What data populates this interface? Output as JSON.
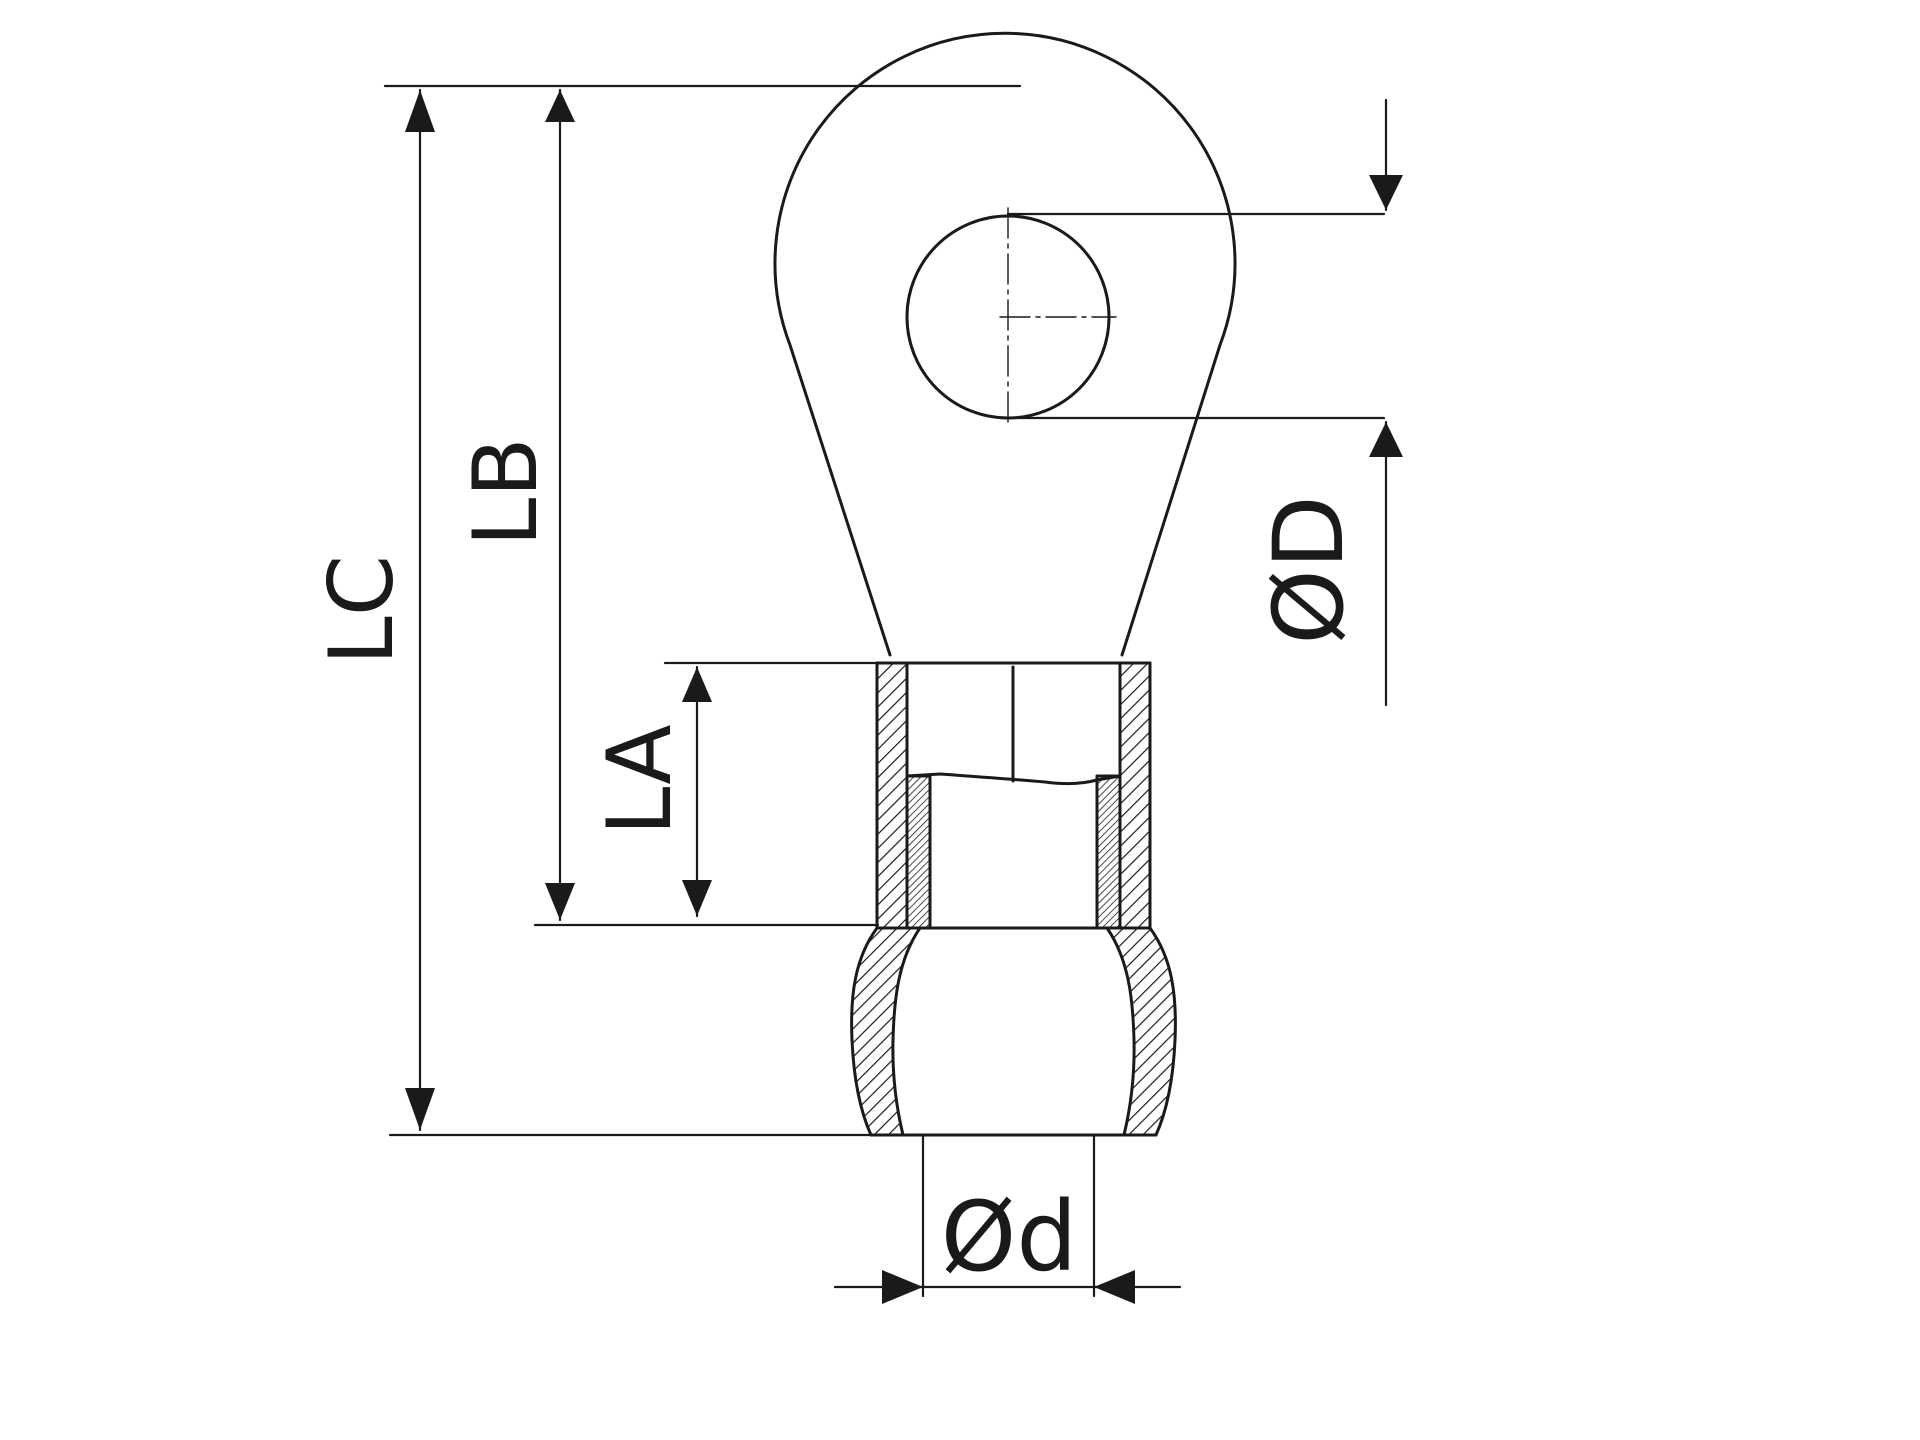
{
  "diagram": {
    "labels": {
      "lc": "LC",
      "lb": "LB",
      "la": "LA",
      "hole_diameter": "ØD",
      "barrel_diameter": "Ød"
    },
    "colors": {
      "line": "#1a1a1a",
      "background": "#ffffff"
    }
  }
}
